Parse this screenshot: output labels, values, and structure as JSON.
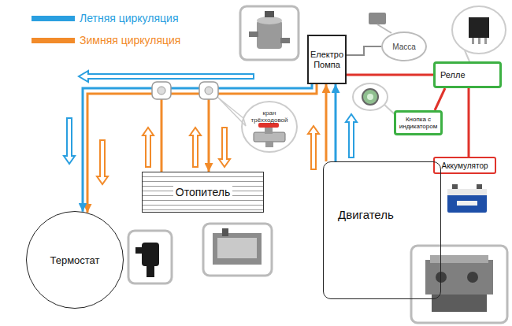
{
  "diagram": {
    "nodes": [
      {
        "text": [
          "Електро Помпа"
        ]
      },
      {
        "text": [
          "Масса"
        ]
      },
      {
        "text": [
          "Релле"
        ]
      },
      {
        "text": [
          "кран трёхходовой"
        ]
      },
      {
        "text": [
          "Кнопка с индикатором"
        ]
      },
      {
        "text": [
          "Аккумулятор"
        ]
      },
      {
        "text": [
          "Отопитель"
        ]
      },
      {
        "text": [
          "Двигатель"
        ]
      },
      {
        "text": [
          "Термостат"
        ]
      }
    ],
    "edges": [
      {
        "from": 7,
        "to": 0,
        "arrow": "to"
      },
      {
        "from": 0,
        "to": 6,
        "arrow": "to"
      },
      {
        "from": 6,
        "to": 8,
        "arrow": "to"
      },
      {
        "from": 0,
        "to": 8,
        "arrow": "to"
      },
      {
        "from": 0,
        "to": 2,
        "arrow": "none"
      },
      {
        "from": 2,
        "to": 4,
        "arrow": "none"
      },
      {
        "from": 2,
        "to": 5,
        "arrow": "none"
      },
      {
        "from": 0,
        "to": 1,
        "arrow": "none"
      }
    ],
    "legend": [
      {
        "text": "Летняя циркуляция",
        "color": "#2a9fe0"
      },
      {
        "text": "Зимняя циркуляция",
        "color": "#f28b2a"
      }
    ]
  }
}
